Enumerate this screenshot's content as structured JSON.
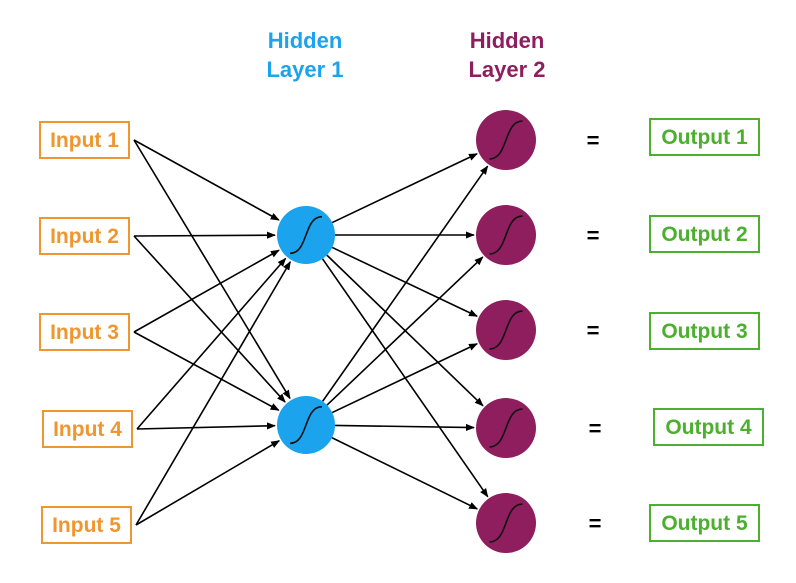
{
  "colors": {
    "input": "#F0962E",
    "hidden1": "#1BA3EE",
    "hidden2": "#8E1E5E",
    "output": "#4CAF2E",
    "edge": "#000000"
  },
  "hidden1_title": [
    "Hidden",
    "Layer 1"
  ],
  "hidden2_title": [
    "Hidden",
    "Layer 2"
  ],
  "inputs": [
    "Input 1",
    "Input 2",
    "Input 3",
    "Input 4",
    "Input 5"
  ],
  "hidden1_count": 2,
  "hidden2_count": 5,
  "equals_sign": "=",
  "outputs": [
    "Output 1",
    "Output 2",
    "Output 3",
    "Output 4",
    "Output 5"
  ],
  "node_icon": "sigmoid-curve-icon"
}
